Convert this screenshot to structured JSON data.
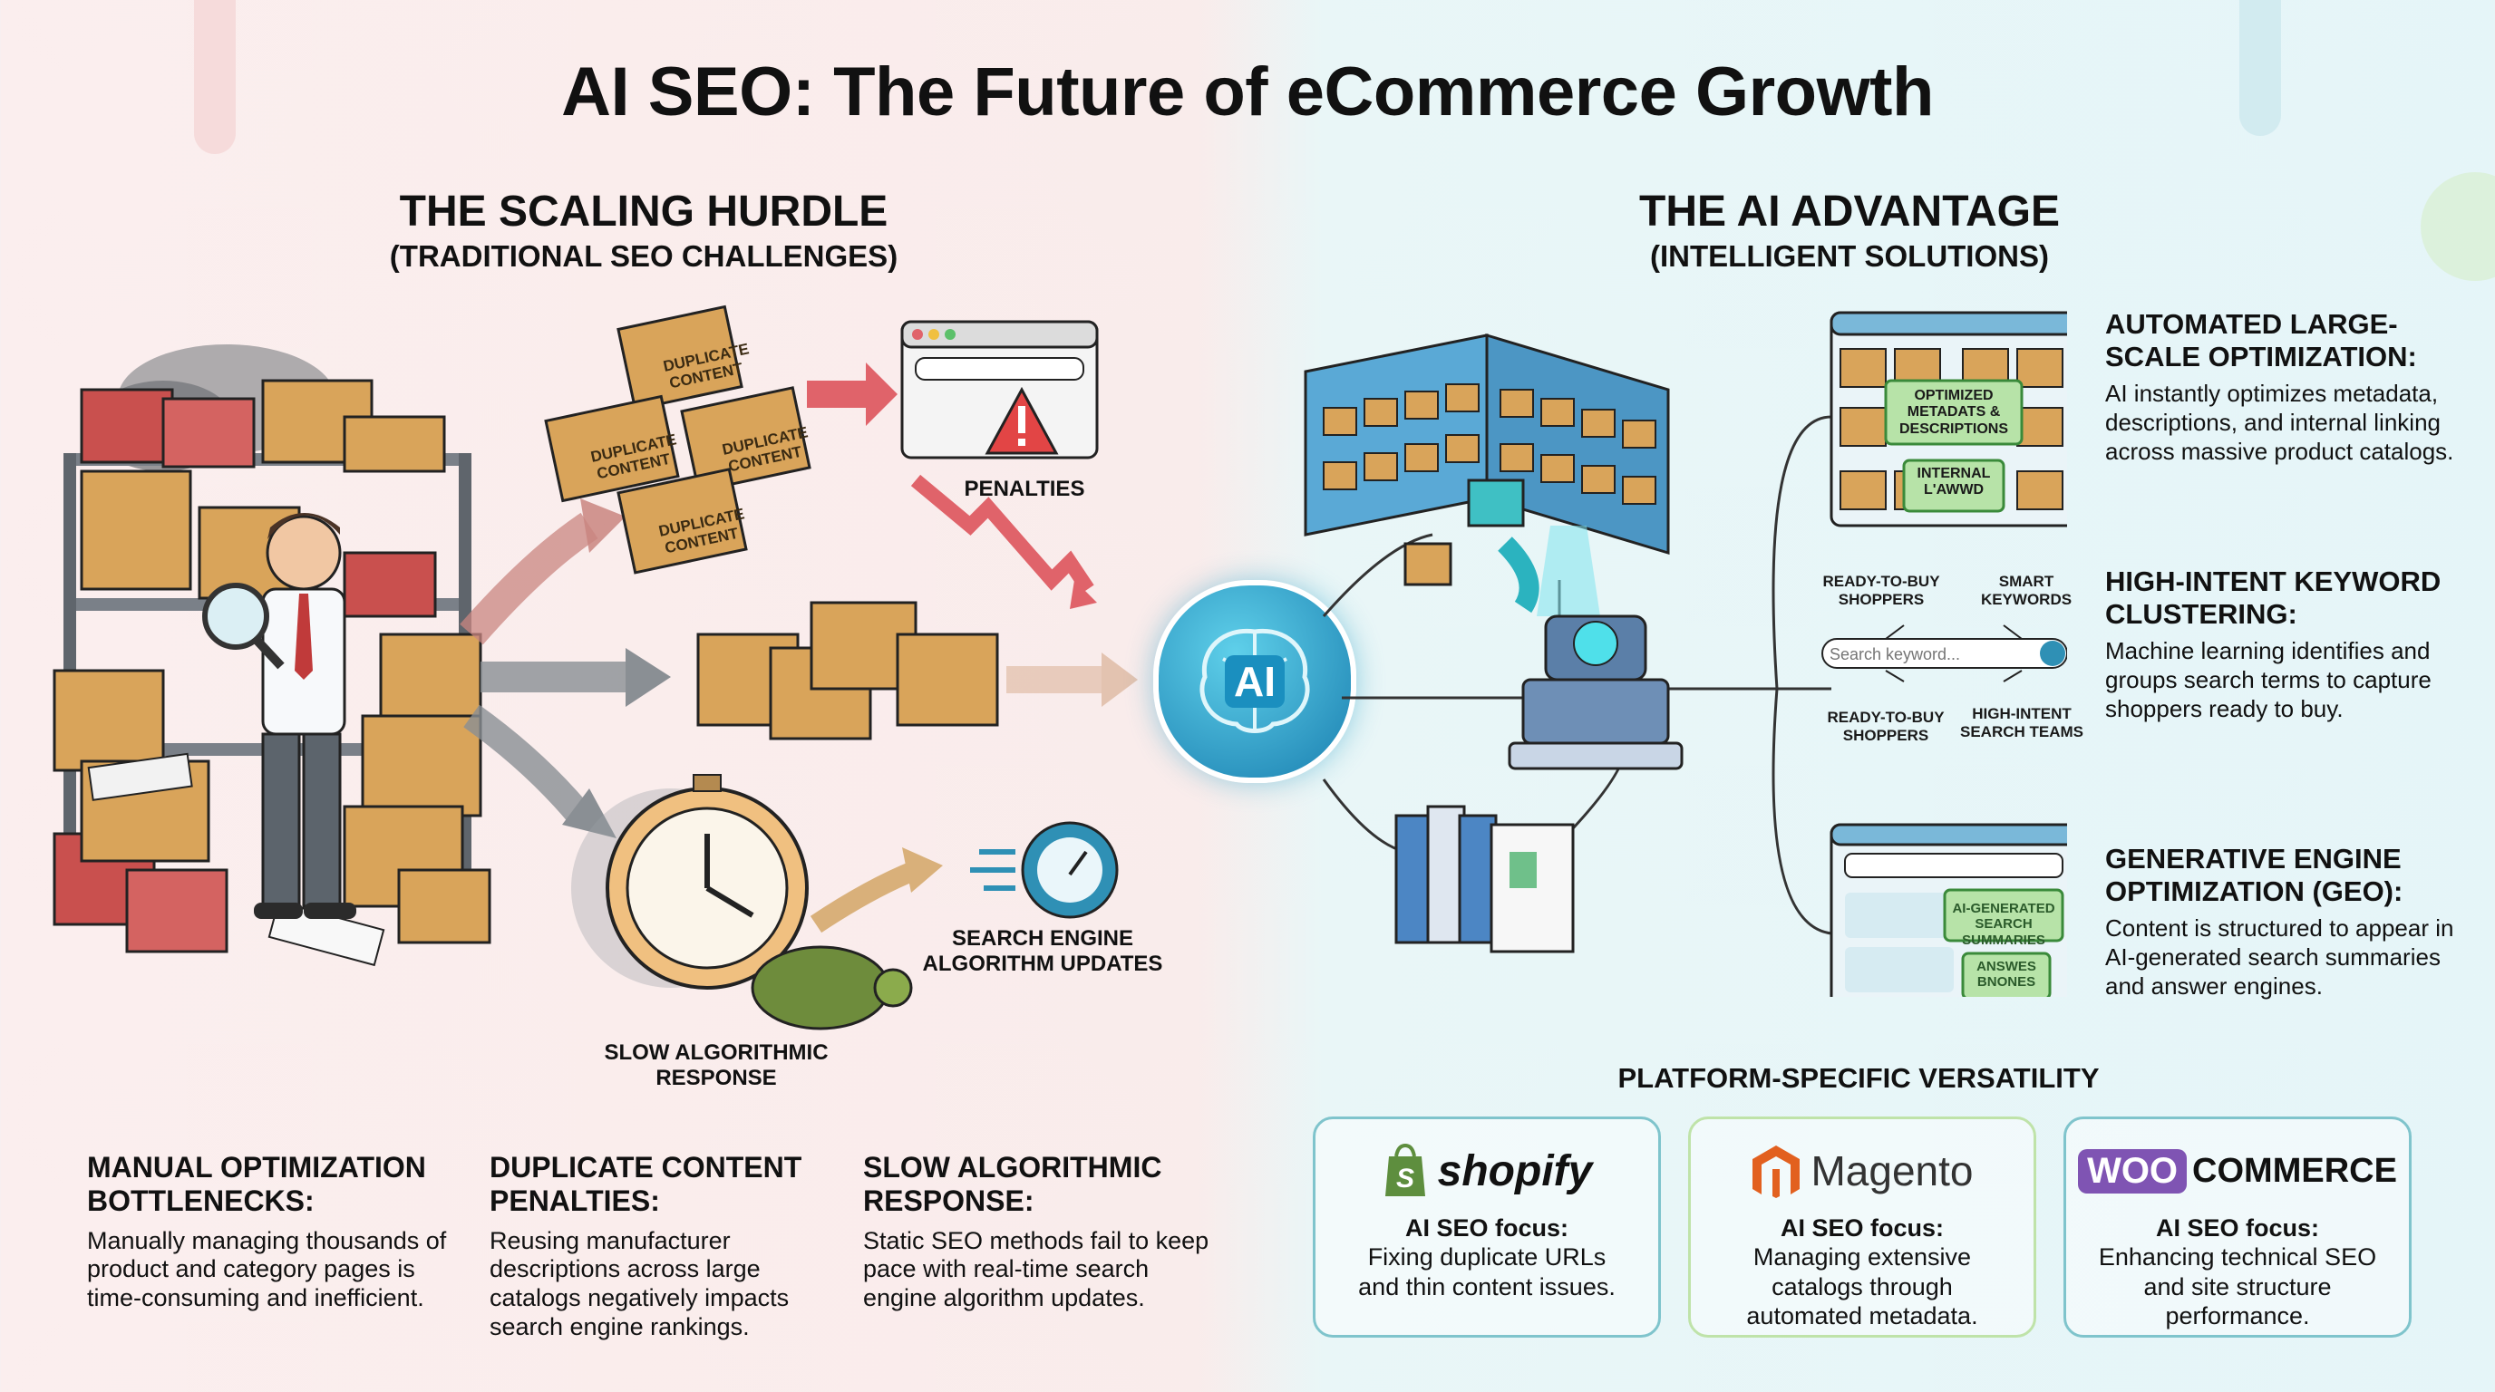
{
  "title": "AI SEO: The Future of eCommerce Growth",
  "left": {
    "heading": "THE SCALING HURDLE",
    "subheading": "(TRADITIONAL SEO CHALLENGES)",
    "box_label": "DUPLICATE CONTENT",
    "penalties_label": "PENALTIES",
    "slow_label": "SLOW ALGORITHMIC RESPONSE",
    "updates_label": "SEARCH ENGINE ALGORITHM UPDATES",
    "columns": [
      {
        "title": "MANUAL OPTIMIZATION BOTTLENECKS:",
        "body": "Manually managing thousands of product and category pages is time-consuming and inefficient."
      },
      {
        "title": "DUPLICATE CONTENT PENALTIES:",
        "body": "Reusing manufacturer descriptions across large catalogs negatively impacts search engine rankings."
      },
      {
        "title": "SLOW ALGORITHMIC RESPONSE:",
        "body": "Static SEO methods fail to keep pace with real-time search engine algorithm updates."
      }
    ]
  },
  "ai_badge": "AI",
  "right": {
    "heading": "THE AI ADVANTAGE",
    "subheading": "(INTELLIGENT SOLUTIONS)",
    "panel1": {
      "tag1": "OPTIMIZED METADATS & DESCRIPTIONS",
      "tag2": "INTERNAL L'AWWD"
    },
    "keywords": {
      "top_left": "READY-TO-BUY SHOPPERS",
      "top_right": "SMART KEYWORDS",
      "search_placeholder": "Search keyword...",
      "bottom_left": "READY-TO-BUY SHOPPERS",
      "bottom_right": "HIGH-INTENT SEARCH TEAMS"
    },
    "panel3": {
      "tag1": "AI-GENERATED SEARCH SUMMARIES",
      "tag2": "ANSWES BNONES"
    },
    "features": [
      {
        "title": "AUTOMATED LARGE-SCALE OPTIMIZATION:",
        "body": "AI instantly optimizes metadata, descriptions, and internal linking across massive product catalogs."
      },
      {
        "title": "HIGH-INTENT KEYWORD CLUSTERING:",
        "body": "Machine learning identifies and groups search terms to capture shoppers ready to buy."
      },
      {
        "title": "GENERATIVE ENGINE OPTIMIZATION (GEO):",
        "body": "Content is structured to appear in AI-generated search summaries and answer engines."
      }
    ],
    "platform_heading": "PLATFORM-SPECIFIC VERSATILITY",
    "platforms": [
      {
        "name": "shopify",
        "focus_label": "AI SEO focus:",
        "focus": "Fixing duplicate URLs and thin content issues."
      },
      {
        "name": "Magento",
        "focus_label": "AI SEO focus:",
        "focus": "Managing extensive catalogs through automated metadata."
      },
      {
        "name_a": "WOO",
        "name_b": "COMMERCE",
        "focus_label": "AI SEO focus:",
        "focus": "Enhancing technical SEO and site structure performance."
      }
    ]
  },
  "colors": {
    "box": "#d9a45a",
    "red_box": "#c9504e",
    "accent_teal": "#2aa8c4",
    "arrow_red": "#e0636a",
    "arrow_gray": "#8a8f94",
    "card_border": "#7fc4cc"
  }
}
